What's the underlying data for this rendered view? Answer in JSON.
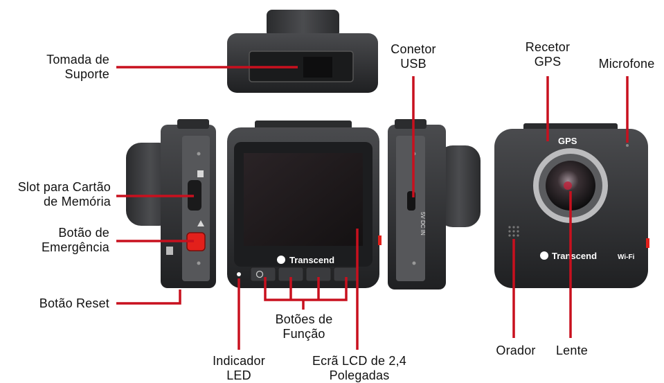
{
  "labels": {
    "mount_socket": "Tomada de\nSuporte",
    "memory_card_slot": "Slot para Cartão\nde Memória",
    "emergency_button": "Botão de\nEmergência",
    "reset_button": "Botão Reset",
    "usb_connector": "Conetor\nUSB",
    "gps_receiver": "Recetor\nGPS",
    "microphone": "Microfone",
    "function_buttons": "Botões de\nFunção",
    "led_indicator": "Indicador\nLED",
    "lcd_screen": "Ecrã LCD de 2,4\nPolegadas",
    "speaker": "Orador",
    "lens": "Lente"
  },
  "device": {
    "brand": "Transcend",
    "gps_mark": "GPS",
    "wifi_mark": "Wi-Fi",
    "dc_in_mark": "5V DC IN"
  },
  "colors": {
    "leader": "#c8101e",
    "body_dark": "#2b2c2e",
    "body_mid": "#3d3e41",
    "emergency_red": "#e3201b"
  }
}
